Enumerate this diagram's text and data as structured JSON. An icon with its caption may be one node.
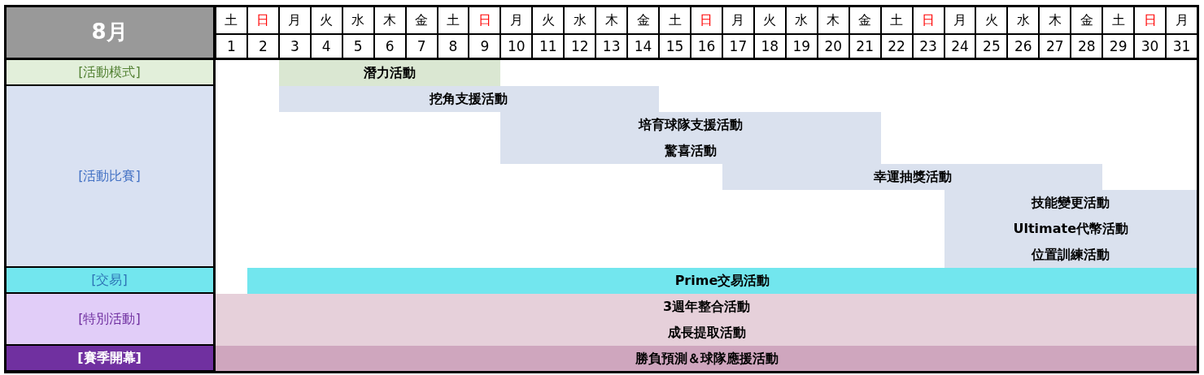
{
  "diagram": {
    "nodes": [
      {
        "text": [
          "[活動模式]"
        ]
      },
      {
        "text": [
          "[活動比賽]"
        ]
      },
      {
        "text": [
          "[交易]"
        ]
      },
      {
        "text": [
          "[特別活動]"
        ]
      },
      {
        "text": [
          "[賽季開幕]"
        ]
      },
      {
        "text": [
          "潛力活動"
        ]
      },
      {
        "text": [
          "挖角支援活動"
        ]
      },
      {
        "text": [
          "培育球隊支援活動"
        ]
      },
      {
        "text": [
          "驚喜活動"
        ]
      },
      {
        "text": [
          "幸運抽獎活動"
        ]
      },
      {
        "text": [
          "技能變更活動"
        ]
      },
      {
        "text": [
          "Ultimate代幣活動"
        ]
      },
      {
        "text": [
          "位置訓練活動"
        ]
      },
      {
        "text": [
          "Prime交易活動"
        ]
      },
      {
        "text": [
          "3週年整合活動"
        ]
      },
      {
        "text": [
          "成長提取活動"
        ]
      },
      {
        "text": [
          "勝負預測＆球隊應援活動"
        ]
      }
    ],
    "labels": [
      "8月",
      "土",
      "日",
      "月",
      "火",
      "水",
      "木",
      "金",
      "土",
      "日",
      "月",
      "火",
      "水",
      "木",
      "金",
      "土",
      "日",
      "月",
      "火",
      "水",
      "木",
      "金",
      "土",
      "日",
      "月",
      "火",
      "水",
      "木",
      "金",
      "土",
      "日",
      "月",
      "1",
      "2",
      "3",
      "4",
      "5",
      "6",
      "7",
      "8",
      "9",
      "10",
      "11",
      "12",
      "13",
      "14",
      "15",
      "16",
      "17",
      "18",
      "19",
      "20",
      "21",
      "22",
      "23",
      "24",
      "25",
      "26",
      "27",
      "28",
      "29",
      "30",
      "31"
    ]
  }
}
